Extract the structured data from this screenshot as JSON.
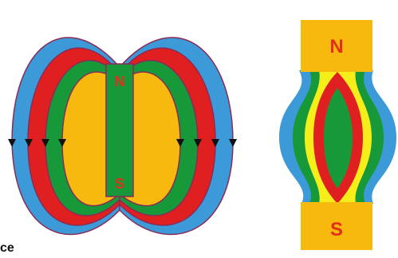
{
  "colors": {
    "blue": "#3d9ad8",
    "red": "#e02020",
    "green": "#17993a",
    "yellow_gold": "#f7b90d",
    "yellow": "#f5ee1a",
    "outline": "#8a2b57",
    "arrow": "#111111",
    "pole_text": "#e0301a"
  },
  "left_magnet": {
    "north_label": "N",
    "south_label": "S"
  },
  "right_magnets": {
    "north_label": "N",
    "south_label": "S"
  },
  "arrow_icon": "arrow-down-icon",
  "cut_text": "ce"
}
